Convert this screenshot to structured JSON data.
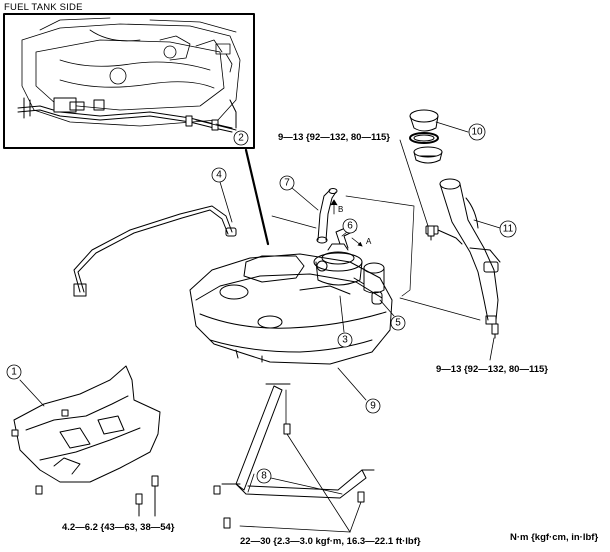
{
  "inset": {
    "title": "FUEL TANK SIDE"
  },
  "callouts": [
    "1",
    "2",
    "3",
    "4",
    "5",
    "6",
    "7",
    "8",
    "9",
    "10",
    "11"
  ],
  "flow_labels": {
    "a": "A",
    "b": "B"
  },
  "torque": {
    "filler_upper": "9—13 {92—132, 80—115}",
    "filler_lower": "9—13 {92—132, 80—115}",
    "undercover": "4.2—6.2 {43—63, 38—54}",
    "straps": "22—30 {2.3—3.0 kgf·m, 16.3—22.1 ft·lbf}",
    "units": "N·m {kgf·cm, in·lbf}"
  }
}
